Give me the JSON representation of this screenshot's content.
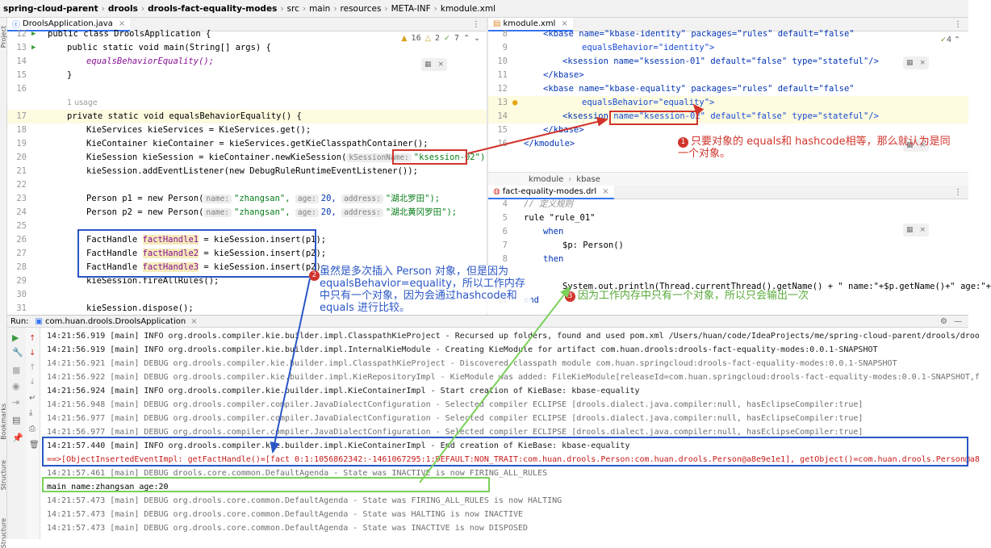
{
  "breadcrumbs": [
    "spring-cloud-parent",
    "drools",
    "drools-fact-equality-modes",
    "src",
    "main",
    "resources",
    "META-INF",
    "kmodule.xml"
  ],
  "left_tabs": {
    "project": "Project",
    "bookmarks": "Bookmarks",
    "structure": "Structure"
  },
  "java_tab": {
    "name": "DroolsApplication.java",
    "warnings": "16",
    "weak": "2",
    "typos": "7"
  },
  "java_lines": [
    {
      "n": "12",
      "t": "public class DroolsApplication {"
    },
    {
      "n": "13",
      "t": "public static void main(String[] args) {"
    },
    {
      "n": "14",
      "t": "equalsBehaviorEquality();"
    },
    {
      "n": "15",
      "t": "}"
    },
    {
      "n": "16",
      "t": ""
    },
    {
      "n": "",
      "t": "1 usage"
    },
    {
      "n": "17",
      "t": "private static void equalsBehaviorEquality() {"
    },
    {
      "n": "18",
      "t": "KieServices kieServices = KieServices.get();"
    },
    {
      "n": "19",
      "t": "KieContainer kieContainer = kieServices.getKieClasspathContainer();"
    },
    {
      "n": "20",
      "t": "KieSession kieSession = kieContainer.newKieSession(",
      "hint": "kSessionName:",
      "str": "\"ksession-02\");"
    },
    {
      "n": "21",
      "t": "kieSession.addEventListener(new DebugRuleRuntimeEventListener());"
    },
    {
      "n": "22",
      "t": ""
    },
    {
      "n": "23",
      "t": "Person p1 = new Person(",
      "h1": "name:",
      "s1": "\"zhangsan\",",
      "h2": "age:",
      "v2": "20,",
      "h3": "address:",
      "s3": "\"湖北罗田\");"
    },
    {
      "n": "24",
      "t": "Person p2 = new Person(",
      "h1": "name:",
      "s1": "\"zhangsan\",",
      "h2": "age:",
      "v2": "20,",
      "h3": "address:",
      "s3": "\"湖北黄冈罗田\");"
    },
    {
      "n": "25",
      "t": ""
    },
    {
      "n": "26",
      "t": "FactHandle ",
      "f": "factHandle1",
      "r": " = kieSession.insert(p1);"
    },
    {
      "n": "27",
      "t": "FactHandle ",
      "f": "factHandle2",
      "r": " = kieSession.insert(p2);"
    },
    {
      "n": "28",
      "t": "FactHandle ",
      "f": "factHandle3",
      "r": " = kieSession.insert(p2);"
    },
    {
      "n": "29",
      "t": "kieSession.fireAllRules();"
    },
    {
      "n": "30",
      "t": ""
    },
    {
      "n": "31",
      "t": "kieSession.dispose();"
    }
  ],
  "xml_tab": {
    "name": "kmodule.xml",
    "count": "4"
  },
  "xml_lines": [
    {
      "n": "8",
      "t": "<kbase name=\"kbase-identity\" packages=\"rules\" default=\"false\""
    },
    {
      "n": "9",
      "t": "equalsBehavior=\"identity\">"
    },
    {
      "n": "10",
      "t": "<ksession name=\"ksession-01\" default=\"false\" type=\"stateful\"/>"
    },
    {
      "n": "11",
      "t": "</kbase>"
    },
    {
      "n": "12",
      "t": "<kbase name=\"kbase-equality\" packages=\"rules\" default=\"false\""
    },
    {
      "n": "13",
      "t": "equalsBehavior=\"equality\">"
    },
    {
      "n": "14",
      "a": "<ksession ",
      "b": "name=\"ksession-02\"",
      "c": " default=\"false\" type=\"stateful\"/>"
    },
    {
      "n": "15",
      "t": "</kbase>"
    },
    {
      "n": "16",
      "t": "</kmodule>"
    }
  ],
  "xml_breadcrumb": [
    "kmodule",
    "kbase"
  ],
  "drl_tab": {
    "name": "fact-equality-modes.drl"
  },
  "drl_lines": [
    {
      "n": "4",
      "t": "// 定义规则"
    },
    {
      "n": "5",
      "t": "rule \"rule_01\""
    },
    {
      "n": "6",
      "t": "when"
    },
    {
      "n": "7",
      "t": "$p: Person()"
    },
    {
      "n": "8",
      "t": "then"
    },
    {
      "n": "9",
      "t": ""
    },
    {
      "n": "10",
      "t": "System.out.println(Thread.currentThread().getName() + \" name:\"+$p.getName()+\" age:\"+"
    },
    {
      "n": "11",
      "t": "end"
    }
  ],
  "annotations": {
    "a1": {
      "num": "1",
      "text": "只要对象的 equals和 hashcode相等，那么就认为是同一个对象。"
    },
    "a2": {
      "num": "2",
      "text": "虽然是多次插入 Person 对象，但是因为 equalsBehavior=equality，所以工作内存中只有一个对象，因为会通过hashcode和 equals 进行比较。"
    },
    "a3": {
      "num": "3",
      "text": "因为工作内存中只有一个对象，所以只会输出一次"
    }
  },
  "run": {
    "label": "Run:",
    "config": "com.huan.drools.DroolsApplication"
  },
  "console": [
    {
      "k": "info",
      "t": "14:21:56.919 [main] INFO org.drools.compiler.kie.builder.impl.ClasspathKieProject - Recursed up folders, found and used pom.xml /Users/huan/code/IdeaProjects/me/spring-cloud-parent/drools/droo"
    },
    {
      "k": "info",
      "t": "14:21:56.919 [main] INFO org.drools.compiler.kie.builder.impl.InternalKieModule - Creating KieModule for artifact com.huan.drools:drools-fact-equality-modes:0.0.1-SNAPSHOT"
    },
    {
      "k": "dbg",
      "t": "14:21:56.921 [main] DEBUG org.drools.compiler.kie.builder.impl.ClasspathKieProject - Discovered classpath module com.huan.springcloud:drools-fact-equality-modes:0.0.1-SNAPSHOT"
    },
    {
      "k": "dbg",
      "t": "14:21:56.922 [main] DEBUG org.drools.compiler.kie.builder.impl.KieRepositoryImpl - KieModule was added: FileKieModule[releaseId=com.huan.springcloud:drools-fact-equality-modes:0.0.1-SNAPSHOT,f"
    },
    {
      "k": "info",
      "t": "14:21:56.924 [main] INFO org.drools.compiler.kie.builder.impl.KieContainerImpl - Start creation of KieBase: kbase-equality"
    },
    {
      "k": "dbg",
      "t": "14:21:56.948 [main] DEBUG org.drools.compiler.compiler.JavaDialectConfiguration - Selected compiler ECLIPSE [drools.dialect.java.compiler:null, hasEclipseCompiler:true]"
    },
    {
      "k": "dbg",
      "t": "14:21:56.977 [main] DEBUG org.drools.compiler.compiler.JavaDialectConfiguration - Selected compiler ECLIPSE [drools.dialect.java.compiler:null, hasEclipseCompiler:true]"
    },
    {
      "k": "dbg",
      "t": "14:21:56.977 [main] DEBUG org.drools.compiler.compiler.JavaDialectConfiguration - Selected compiler ECLIPSE [drools.dialect.java.compiler:null, hasEclipseCompiler:true]"
    },
    {
      "k": "info",
      "t": "14:21:57.440 [main] INFO org.drools.compiler.kie.builder.impl.KieContainerImpl - End creation of KieBase: kbase-equality"
    },
    {
      "k": "err",
      "t": "==>[ObjectInsertedEventImpl: getFactHandle()=[fact 0:1:1056862342:-1461067295:1:DEFAULT:NON_TRAIT:com.huan.drools.Person:com.huan.drools.Person@a8e9e1e1], getObject()=com.huan.drools.Person@a8"
    },
    {
      "k": "dbg",
      "t": "14:21:57.461 [main] DEBUG drools.core.common.DefaultAgenda - State was INACTIVE is now FIRING_ALL_RULES"
    },
    {
      "k": "out",
      "t": "main name:zhangsan age:20"
    },
    {
      "k": "dbg",
      "t": "14:21:57.473 [main] DEBUG org.drools.core.common.DefaultAgenda - State was FIRING_ALL_RULES is now HALTING"
    },
    {
      "k": "dbg",
      "t": "14:21:57.473 [main] DEBUG org.drools.core.common.DefaultAgenda - State was HALTING is now INACTIVE"
    },
    {
      "k": "dbg",
      "t": "14:21:57.473 [main] DEBUG org.drools.core.common.DefaultAgenda - State was INACTIVE is now DISPOSED"
    }
  ],
  "colors": {
    "red": "#d0342c",
    "blue": "#2a56c6",
    "green": "#7bd15a",
    "accent": "#3574f0"
  }
}
